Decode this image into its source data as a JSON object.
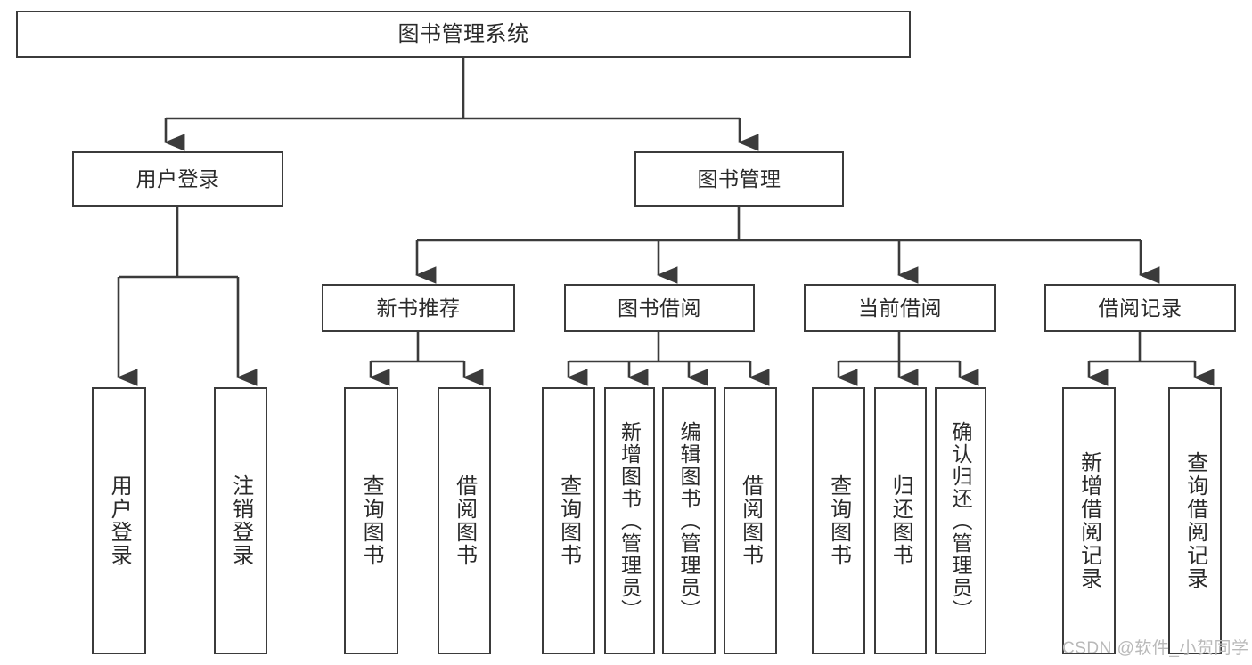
{
  "diagram": {
    "title": "图书管理系统",
    "type": "tree-hierarchy",
    "background_color": "#ffffff",
    "line_color": "#3b3b3b",
    "text_color": "#2a2a2a",
    "nodes": {
      "root": {
        "label": "图书管理系统",
        "level": 0
      },
      "user_login": {
        "label": "用户登录",
        "level": 1
      },
      "book_manage": {
        "label": "图书管理",
        "level": 1
      },
      "new_book_rec": {
        "label": "新书推荐",
        "level": 2
      },
      "book_borrow": {
        "label": "图书借阅",
        "level": 2
      },
      "current_borrow": {
        "label": "当前借阅",
        "level": 2
      },
      "borrow_record": {
        "label": "借阅记录",
        "level": 2
      },
      "leaf_user_login": {
        "label": "用户登录",
        "level": 2
      },
      "leaf_logout": {
        "label": "注销登录",
        "level": 2
      },
      "leaf_query_book_1": {
        "label": "查询图书",
        "level": 3
      },
      "leaf_borrow_book_1": {
        "label": "借阅图书",
        "level": 3
      },
      "leaf_query_book_2": {
        "label": "查询图书",
        "level": 3
      },
      "leaf_add_book": {
        "label": "新增图书（管理员）",
        "level": 3
      },
      "leaf_edit_book": {
        "label": "编辑图书（管理员）",
        "level": 3
      },
      "leaf_borrow_book_2": {
        "label": "借阅图书",
        "level": 3
      },
      "leaf_query_book_3": {
        "label": "查询图书",
        "level": 3
      },
      "leaf_return_book": {
        "label": "归还图书",
        "level": 3
      },
      "leaf_confirm_return": {
        "label": "确认归还（管理员）",
        "level": 3
      },
      "leaf_add_record": {
        "label": "新增借阅记录",
        "level": 3
      },
      "leaf_query_record": {
        "label": "查询借阅记录",
        "level": 3
      }
    },
    "watermark": "CSDN @软件_小贺同学"
  }
}
